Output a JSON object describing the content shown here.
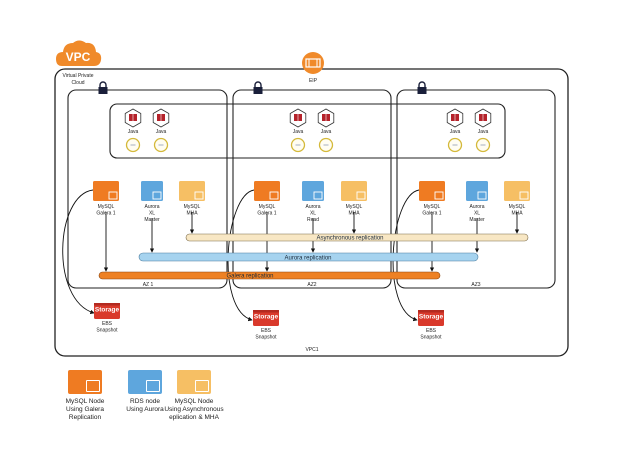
{
  "vpc": {
    "badge": "VPC",
    "title_line1": "Virtual Private",
    "title_line2": "Cloud",
    "bottom_label": "VPC1"
  },
  "eip": {
    "label": "EIP"
  },
  "app_tier": {
    "node_label": "Java",
    "groups": [
      {
        "az": "AZ 1",
        "nodes": [
          "Java",
          "Java"
        ]
      },
      {
        "az": "AZ2",
        "nodes": [
          "Java",
          "Java"
        ]
      },
      {
        "az": "AZ3",
        "nodes": [
          "Java",
          "Java"
        ]
      }
    ]
  },
  "azs": [
    {
      "label": "AZ 1",
      "nodes": [
        {
          "type": "galera",
          "lines": [
            "MySQL",
            "Galera 1"
          ]
        },
        {
          "type": "aurora",
          "lines": [
            "Aurora",
            "XL",
            "Master"
          ]
        },
        {
          "type": "mha",
          "lines": [
            "MySQL",
            "MHA"
          ]
        }
      ],
      "storage": {
        "badge": "Storage",
        "lines": [
          "EBS",
          "Snapshot"
        ]
      }
    },
    {
      "label": "AZ2",
      "nodes": [
        {
          "type": "galera",
          "lines": [
            "MySQL",
            "Galera 1"
          ]
        },
        {
          "type": "aurora",
          "lines": [
            "Aurora",
            "XL",
            "Read"
          ]
        },
        {
          "type": "mha",
          "lines": [
            "MySQL",
            "MHA"
          ]
        }
      ],
      "storage": {
        "badge": "Storage",
        "lines": [
          "EBS",
          "Snapshot"
        ]
      }
    },
    {
      "label": "AZ3",
      "nodes": [
        {
          "type": "galera",
          "lines": [
            "MySQL",
            "Galera 1"
          ]
        },
        {
          "type": "aurora",
          "lines": [
            "Aurora",
            "XL",
            "Master"
          ]
        },
        {
          "type": "mha",
          "lines": [
            "MySQL",
            "MHA"
          ]
        }
      ],
      "storage": {
        "badge": "Storage",
        "lines": [
          "EBS",
          "Snapshot"
        ]
      }
    }
  ],
  "replication": {
    "async": "Asynchronous replication",
    "aurora": "Aurora replication",
    "galera": "Galera replication"
  },
  "legend": [
    {
      "type": "galera",
      "lines": [
        "MySQL Node",
        "Using Galera",
        "Replication"
      ]
    },
    {
      "type": "aurora",
      "lines": [
        "RDS node",
        "Using Aurora"
      ]
    },
    {
      "type": "mha",
      "lines": [
        "MySQL Node",
        "Using Asynchronous",
        "eplication & MHA"
      ]
    }
  ],
  "colors": {
    "vpc_orange": "#f08a2a",
    "galera": "#ef7b22",
    "aurora": "#5ea6dd",
    "mha": "#f6bf64",
    "storage": "#d9392b",
    "java_red": "#b5232b",
    "async_bar": "#f8e7c4",
    "aurora_bar": "#a6d3ef",
    "galera_bar": "#ee8124",
    "lock": "#1a1f3a"
  }
}
